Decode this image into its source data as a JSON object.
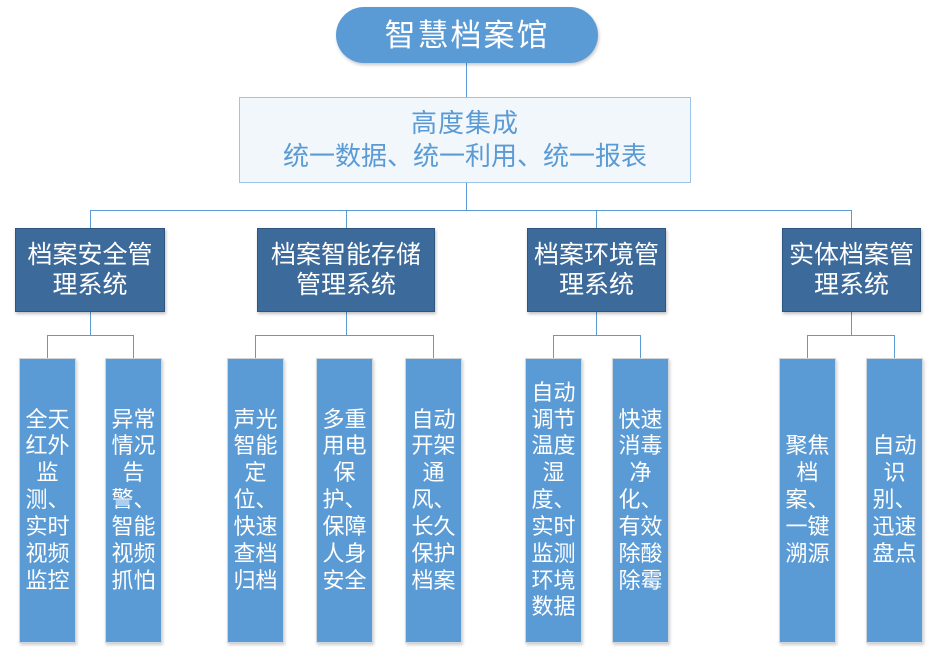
{
  "diagram": {
    "title": "智慧档案馆",
    "colors": {
      "root_fill": "#5B9BD5",
      "integration_fill": "#F2F7FC",
      "integration_border": "#9DC3E6",
      "integration_text": "#5B9BD5",
      "system_fill": "#3C6A9B",
      "system_text": "#FFFFFF",
      "leaf_fill": "#5B9BD5",
      "leaf_text": "#FFFFFF",
      "connector": "#5B9BD5",
      "background": "#FFFFFF"
    },
    "root": {
      "label": "智慧档案馆"
    },
    "integration": {
      "line1": "高度集成",
      "line2": "统一数据、统一利用、统一报表"
    },
    "systems": [
      {
        "label": "档案安全管理系统",
        "leaves": [
          {
            "label": "全天红外监测、实时视频监控"
          },
          {
            "label": "异常情况告警、智能视频抓怕"
          }
        ]
      },
      {
        "label": "档案智能存储管理系统",
        "leaves": [
          {
            "label": "声光智能定位、快速查档归档"
          },
          {
            "label": "多重用电保护、保障人身安全"
          },
          {
            "label": "自动开架通风、长久保护档案"
          }
        ]
      },
      {
        "label": "档案环境管理系统",
        "leaves": [
          {
            "label": "自动调节温度湿度、实时监测环境数据"
          },
          {
            "label": "快速消毒净化、有效除酸除霉"
          }
        ]
      },
      {
        "label": "实体档案管理系统",
        "leaves": [
          {
            "label": "聚焦档案、一键溯源"
          },
          {
            "label": "自动识别、迅速盘点"
          }
        ]
      }
    ]
  }
}
